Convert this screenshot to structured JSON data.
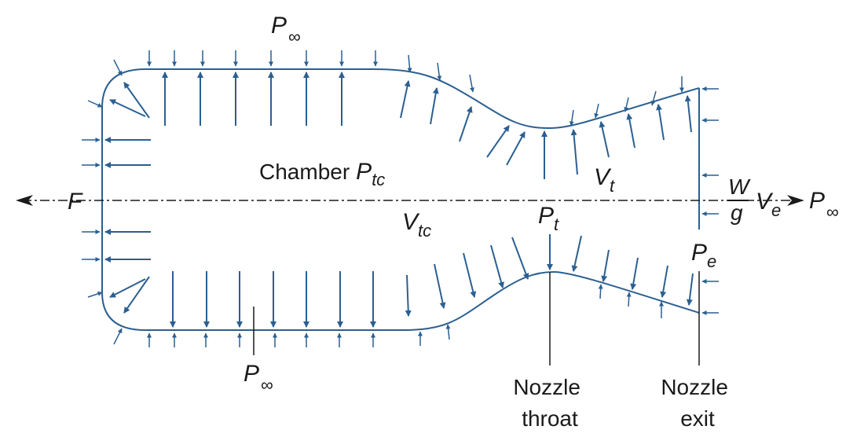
{
  "colors": {
    "diagram_blue": "#2b5f91",
    "text": "#1a1a1a"
  },
  "labels": {
    "p_inf_top": {
      "main": "P",
      "sub": "∞"
    },
    "p_inf_bottom": {
      "main": "P",
      "sub": "∞"
    },
    "p_inf_right": {
      "main": "P",
      "sub": "∞"
    },
    "force": "F",
    "chamber_word": "Chamber",
    "chamber_pressure": {
      "main": "P",
      "sub": "tc"
    },
    "chamber_velocity": {
      "main": "V",
      "sub": "tc"
    },
    "throat_velocity": {
      "main": "V",
      "sub": "t"
    },
    "throat_pressure": {
      "main": "P",
      "sub": "t"
    },
    "exit_pressure": {
      "main": "P",
      "sub": "e"
    },
    "mass_flow_numerator": "W",
    "mass_flow_denominator": "g",
    "exit_velocity": {
      "main": "V",
      "sub": "e"
    },
    "nozzle_throat": [
      "Nozzle",
      "throat"
    ],
    "nozzle_exit": [
      "Nozzle",
      "exit"
    ]
  }
}
